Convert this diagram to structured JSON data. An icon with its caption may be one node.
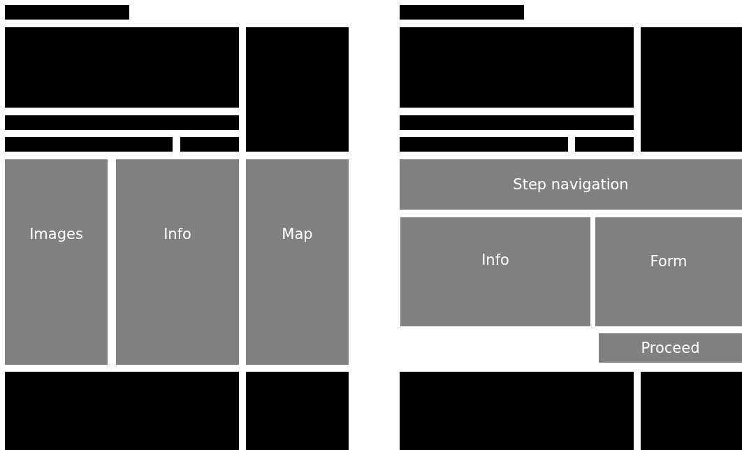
{
  "diagram": {
    "nodes": [
      {
        "text": [],
        "shape": "box"
      },
      {
        "text": [],
        "shape": "box"
      },
      {
        "text": [],
        "shape": "box"
      },
      {
        "text": [],
        "shape": "box"
      },
      {
        "text": [],
        "shape": "box"
      },
      {
        "text": [],
        "shape": "box"
      },
      {
        "text": [
          "Images"
        ]
      },
      {
        "text": [
          "Info"
        ]
      },
      {
        "text": [
          "Map"
        ]
      },
      {
        "text": [],
        "shape": "box"
      },
      {
        "text": [],
        "shape": "box"
      },
      {
        "text": [],
        "shape": "box"
      },
      {
        "text": [],
        "shape": "box"
      },
      {
        "text": [],
        "shape": "box"
      },
      {
        "text": [],
        "shape": "box"
      },
      {
        "text": [],
        "shape": "box"
      },
      {
        "text": [],
        "shape": "box"
      },
      {
        "text": [
          "Step navigation"
        ]
      },
      {
        "text": [
          "Info"
        ]
      },
      {
        "text": [
          "Form"
        ]
      },
      {
        "text": [
          "Proceed"
        ]
      },
      {
        "text": [],
        "shape": "box"
      },
      {
        "text": [],
        "shape": "box"
      }
    ]
  }
}
